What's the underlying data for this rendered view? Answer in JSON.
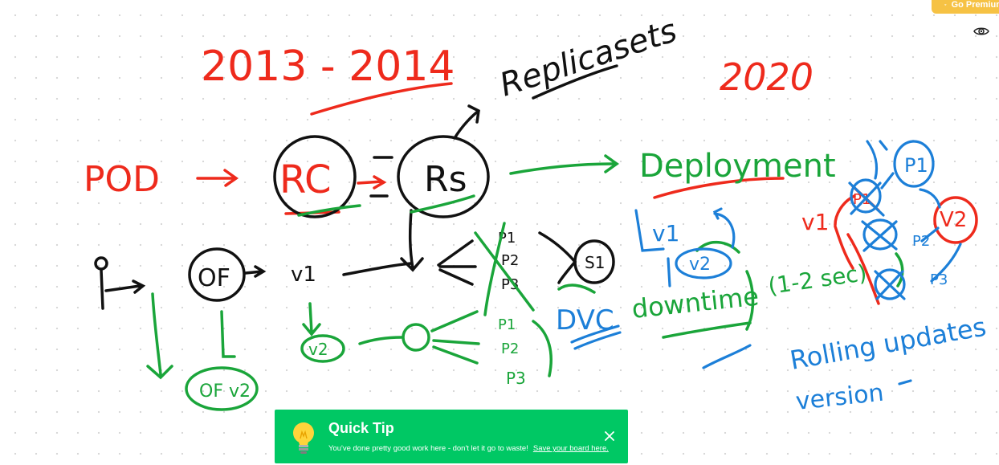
{
  "header": {
    "premium_label": "Go Premium"
  },
  "icons": {
    "premium": "diamond-icon",
    "visibility": "eye-icon",
    "tip": "lightbulb-icon",
    "close": "close-icon"
  },
  "board": {
    "years_left": "2013 - 2014",
    "replicasets": "Replicasets",
    "year_right": "2020",
    "pod": "POD",
    "rc": "RC",
    "rs": "Rs",
    "deployment": "Deployment",
    "of_box": "OF",
    "v1_left": "v1",
    "v2_left": "v2",
    "of_v2": "OF v2",
    "p1_a": "P1",
    "p2_a": "P2",
    "p3_a": "P3",
    "p1_b": "P1",
    "p2_b": "P2",
    "p3_b": "P3",
    "s1": "S1",
    "dvc": "DVC",
    "v1_blue": "v1",
    "v2_blue": "v2",
    "downtime": "downtime",
    "sec": "(1-2 sec)",
    "v1_red": "v1",
    "v2_red": "V2",
    "p1_right": "P1",
    "p2_right": "P2",
    "p3_right": "P3",
    "rolling": "Rolling updates",
    "version": "version"
  },
  "toast": {
    "title": "Quick Tip",
    "message": "You've done pretty good work here - don't let it go to waste!",
    "link": "Save your board here."
  },
  "colors": {
    "red": "#ee2a1c",
    "black": "#111111",
    "green": "#1aa53a",
    "blue": "#1c7fd8",
    "toast": "#00c864",
    "premium": "#f6c244"
  }
}
